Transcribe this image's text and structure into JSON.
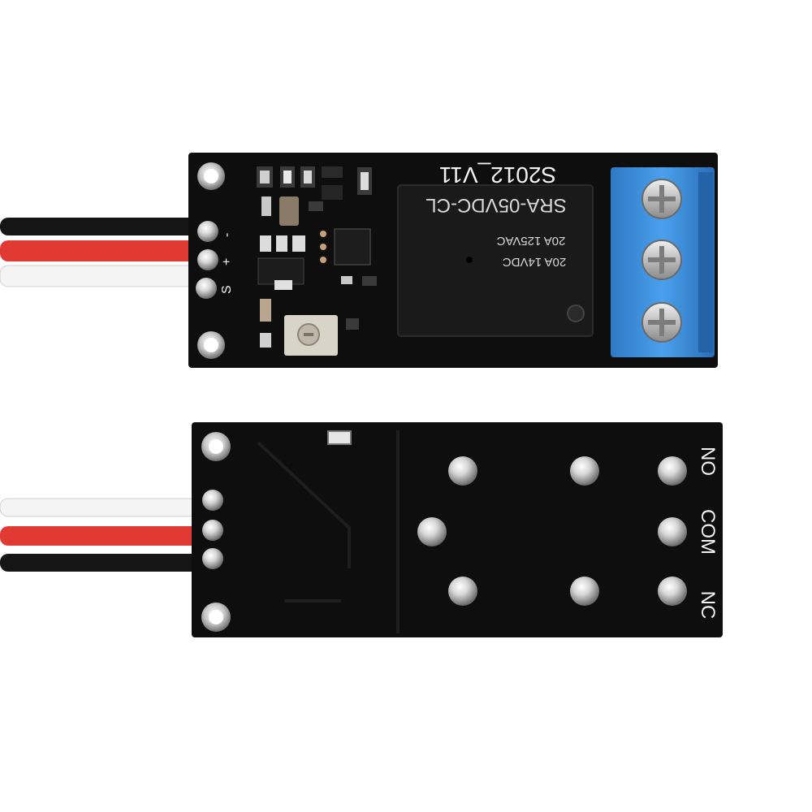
{
  "top_board": {
    "version_label": "S2012_V11",
    "relay": {
      "model": "SRA-05VDC-CL",
      "rating_ac": "20A 125VAC",
      "rating_dc": "20A 14VDC"
    },
    "pin_labels": {
      "minus": "-",
      "plus": "+",
      "signal": "S"
    },
    "wire_colors": [
      "#151515",
      "#e03a33",
      "#f4f4f4"
    ],
    "terminal_color": "#3a8fd8"
  },
  "bottom_board": {
    "terminal_labels": {
      "no": "NO",
      "com": "COM",
      "nc": "NC"
    },
    "wire_colors": [
      "#f4f4f4",
      "#e03a33",
      "#151515"
    ]
  }
}
